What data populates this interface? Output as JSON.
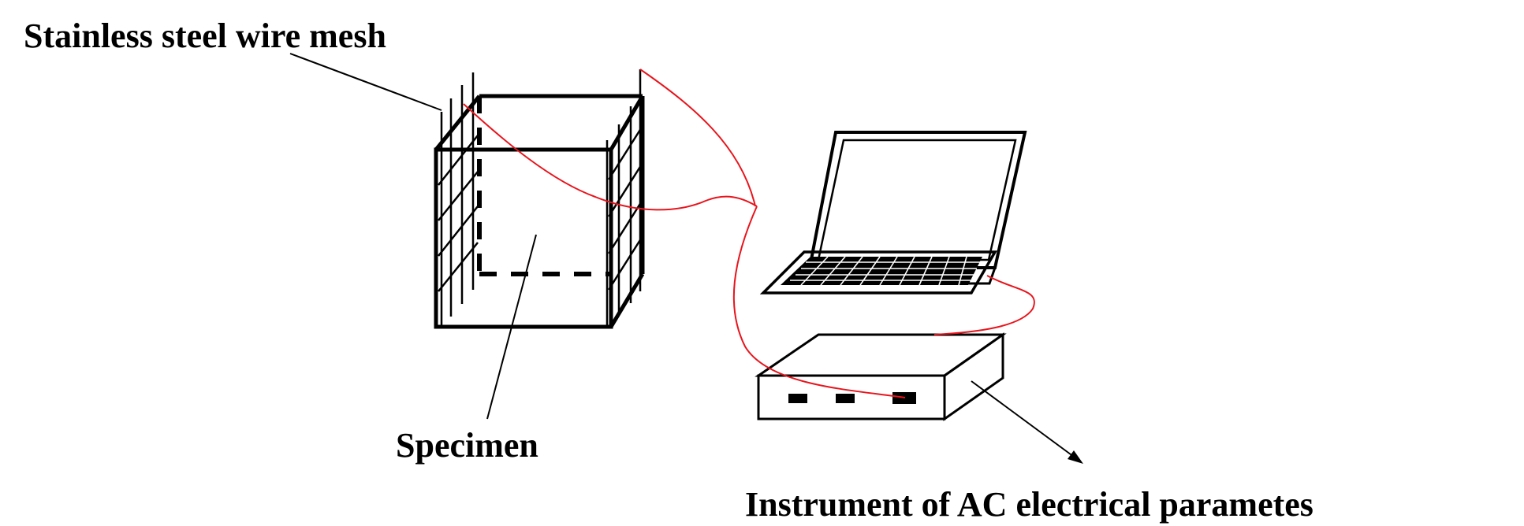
{
  "labels": {
    "mesh": "Stainless steel wire mesh",
    "specimen": "Specimen",
    "instrument": "Instrument of AC electrical parametes"
  },
  "colors": {
    "lead_wire": "#e8141c",
    "ink": "#000000",
    "background": "#ffffff"
  }
}
